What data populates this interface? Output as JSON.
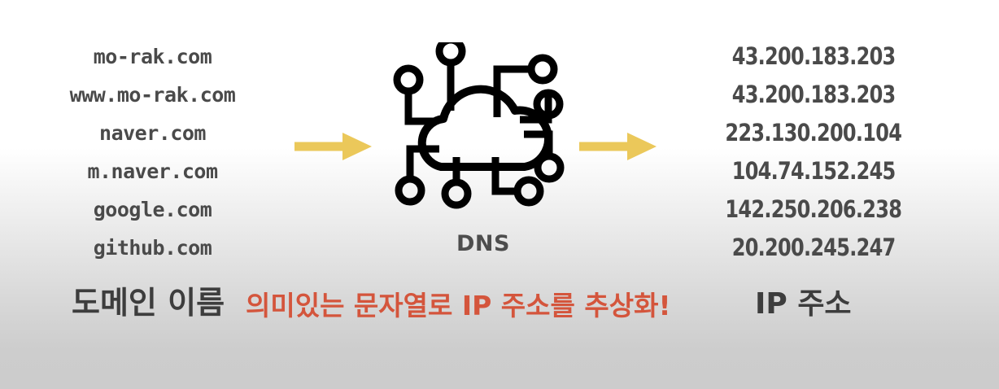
{
  "slide": {
    "background_top_color": "#ffffff",
    "background_bottom_color": "#cccccc"
  },
  "domains": {
    "caption": "도메인 이름",
    "items": [
      "mo-rak.com",
      "www.mo-rak.com",
      "naver.com",
      "m.naver.com",
      "google.com",
      "github.com"
    ]
  },
  "ips": {
    "caption": "IP 주소",
    "items": [
      "43.200.183.203",
      "43.200.183.203",
      "223.130.200.104",
      "104.74.152.245",
      "142.250.206.238",
      "20.200.245.247"
    ]
  },
  "dns": {
    "label": "DNS",
    "icon": "cloud-network-icon",
    "icon_color": "#000000",
    "node_count": 8
  },
  "arrows": {
    "color": "#ebc85a",
    "left_icon": "arrow-right-icon",
    "right_icon": "arrow-right-icon"
  },
  "middle_caption": {
    "text": "의미있는 문자열로 IP 주소를 추상화!",
    "color": "#d4553c"
  }
}
